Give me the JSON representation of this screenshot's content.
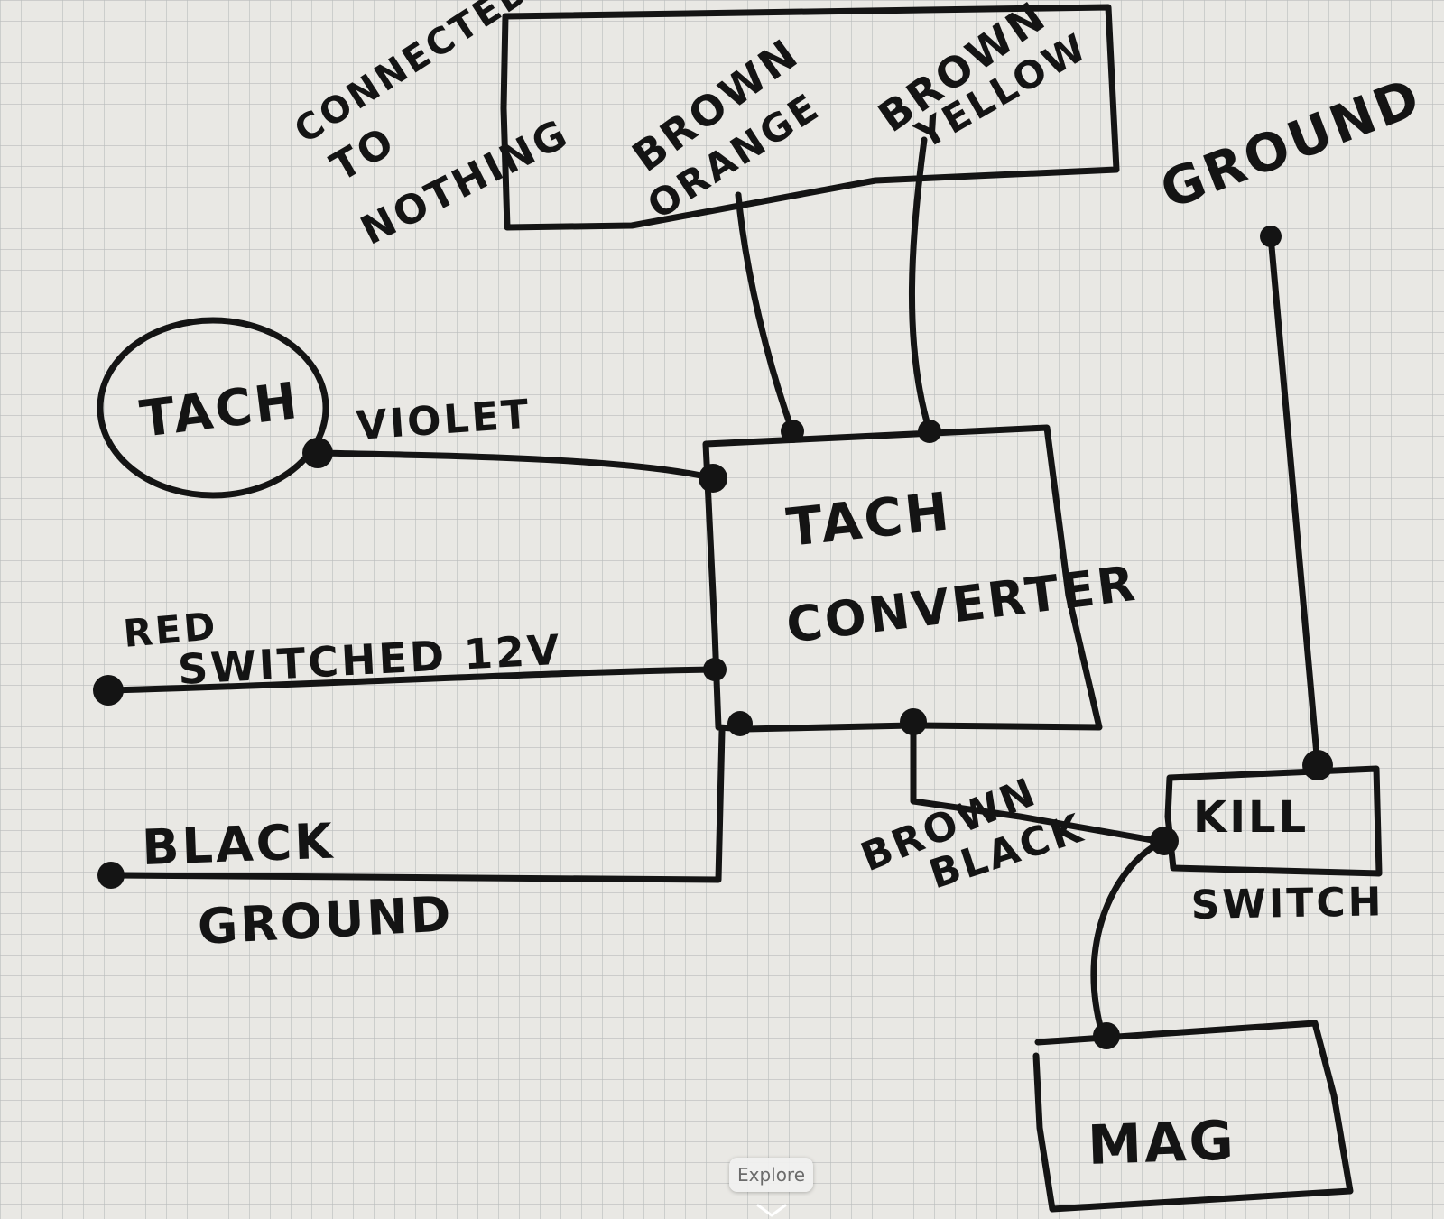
{
  "labels": {
    "connected": "CONNECTED",
    "to": "TO",
    "nothing": "NOTHING",
    "brown_orange_1": "BROWN",
    "brown_orange_2": "ORANGE",
    "brown_yellow_1": "BROWN",
    "brown_yellow_2": "YELLOW",
    "ground_top": "GROUND",
    "tach": "TACH",
    "violet": "VIOLET",
    "converter_1": "TACH",
    "converter_2": "CONVERTER",
    "red": "RED",
    "switched": "SWITCHED 12V",
    "black": "BLACK",
    "ground_bottom": "GROUND",
    "brown_black_1": "BROWN",
    "brown_black_2": "BLACK",
    "kill": "KILL",
    "switch": "SWITCH",
    "mag": "MAG"
  },
  "ui": {
    "explore": "Explore"
  }
}
